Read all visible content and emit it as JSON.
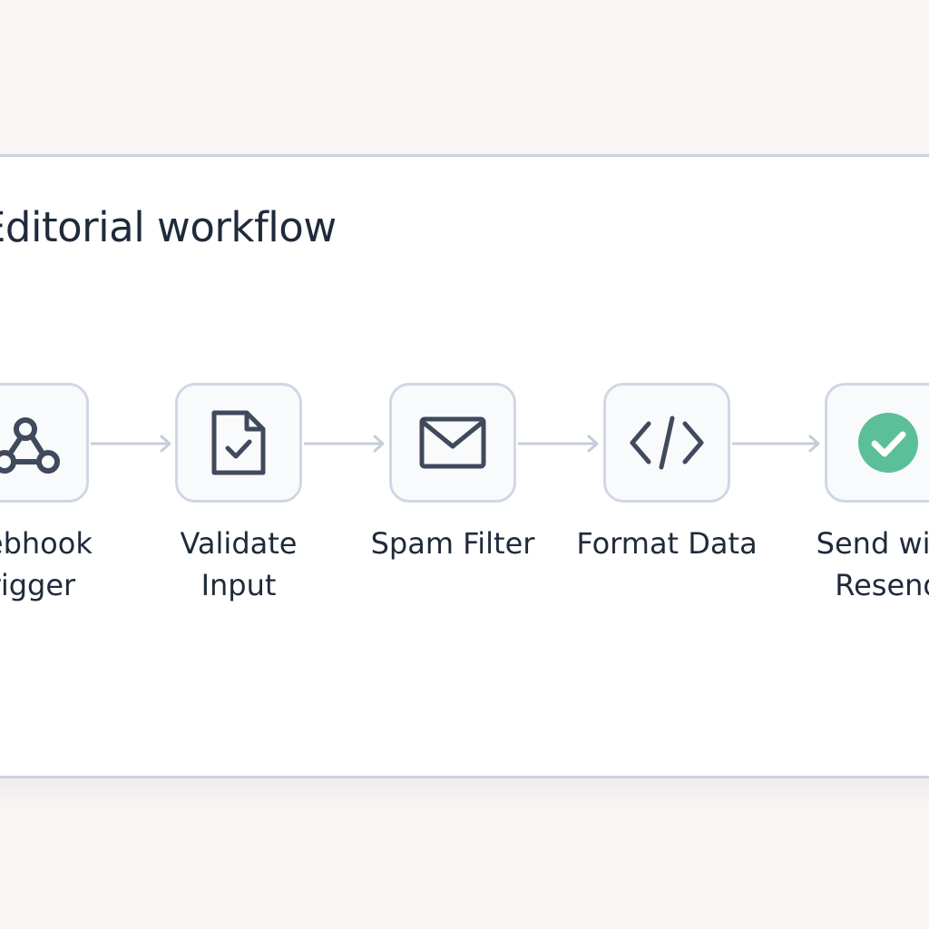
{
  "diagram": {
    "title": "Editorial workflow",
    "steps": [
      {
        "label": "Webhook\nTrigger",
        "icon": "webhook-icon"
      },
      {
        "label": "Validate\nInput",
        "icon": "document-check-icon"
      },
      {
        "label": "Spam Filter",
        "icon": "mail-icon"
      },
      {
        "label": "Format Data",
        "icon": "code-icon"
      },
      {
        "label": "Send with\nResend",
        "icon": "check-circle-icon"
      }
    ],
    "colors": {
      "node_border": "#d0d7e4",
      "icon_stroke": "#3f4a5c",
      "success_green": "#5bbf9a",
      "connector": "#c5cdda"
    }
  }
}
